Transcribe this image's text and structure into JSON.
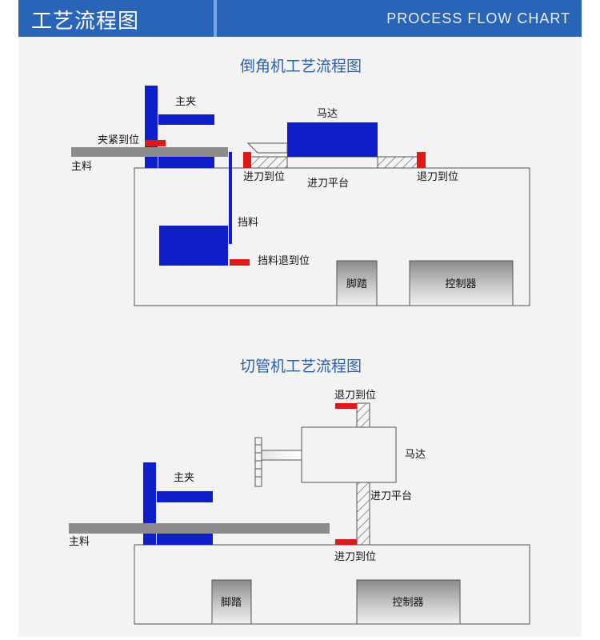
{
  "header": {
    "title": "工艺流程图",
    "subtitle": "PROCESS FLOW CHART"
  },
  "chamfer": {
    "title": "倒角机工艺流程图",
    "labels": {
      "main_clamp": "主夹",
      "clamp_in_place": "夹紧到位",
      "main_material": "主料",
      "motor": "马达",
      "feed_in_place": "进刀到位",
      "feed_platform": "进刀平台",
      "retract_in_place": "退刀到位",
      "stopper": "挡料",
      "stopper_retract": "挡料退到位",
      "pedal": "脚踏",
      "controller": "控制器"
    }
  },
  "cutter": {
    "title": "切管机工艺流程图",
    "labels": {
      "retract_in_place": "退刀到位",
      "motor": "马达",
      "main_clamp": "主夹",
      "feed_platform": "进刀平台",
      "main_material": "主料",
      "feed_in_place": "进刀到位",
      "pedal": "脚踏",
      "controller": "控制器"
    }
  },
  "colors": {
    "header": "#2a64b6",
    "cylinder": "#0f1ec8",
    "sensor": "#e01818",
    "material": "#8c8c8c"
  }
}
